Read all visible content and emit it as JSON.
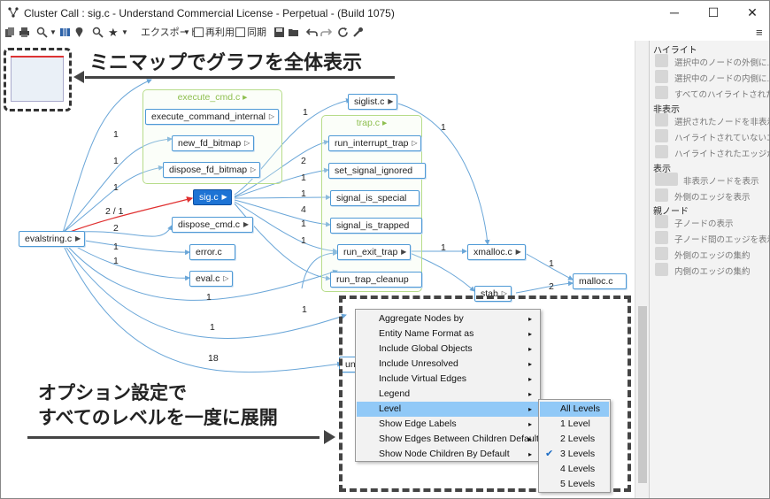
{
  "window": {
    "title": "Cluster Call : sig.c - Understand Commercial License - Perpetual - (Build 1075)",
    "minimize": "─",
    "maximize": "☐",
    "close": "✕"
  },
  "toolbar": {
    "export_label": "エクスポート",
    "reuse_label": "再利用",
    "sync_label": "同期"
  },
  "panel": {
    "highlight_header": "ハイライト",
    "highlight_items": [
      "選択中のノードの外側に...",
      "選択中のノードの内側に...",
      "すべてのハイライトされたエ..."
    ],
    "hide_header": "非表示",
    "hide_items": [
      "選択されたノードを非表示",
      "ハイライトされていないエッ...",
      "ハイライトされたエッジがな..."
    ],
    "show_header": "表示",
    "show_items": [
      "非表示ノードを表示",
      "外側のエッジを表示"
    ],
    "parent_header": "親ノード",
    "parent_items": [
      "子ノードの表示",
      "子ノード間のエッジを表示",
      "外側のエッジの集約",
      "内側のエッジの集約"
    ]
  },
  "graph": {
    "groups": {
      "execute_cmd": "execute_cmd.c ▸",
      "trap": "trap.c ▸"
    },
    "nodes": {
      "evalstring": "evalstring.c",
      "execute_command_internal": "execute_command_internal",
      "new_fd_bitmap": "new_fd_bitmap",
      "dispose_fd_bitmap": "dispose_fd_bitmap",
      "sig": "sig.c",
      "dispose_cmd": "dispose_cmd.c",
      "error": "error.c",
      "eval": "eval.c",
      "siglist": "siglist.c",
      "run_interrupt_trap": "run_interrupt_trap",
      "set_signal_ignored": "set_signal_ignored",
      "signal_is_special": "signal_is_special",
      "signal_is_trapped": "signal_is_trapped",
      "run_exit_trap": "run_exit_trap",
      "run_trap_cleanup": "run_trap_cleanup",
      "xmalloc": "xmalloc.c",
      "malloc": "malloc.c",
      "stab": "stab",
      "unw": "unw"
    },
    "edge_labels": [
      "1",
      "1",
      "1",
      "2 / 1",
      "2",
      "1",
      "1",
      "1",
      "1",
      "1",
      "18",
      "1",
      "2",
      "1",
      "1",
      "4",
      "1",
      "1",
      "1",
      "1",
      "1",
      "2"
    ]
  },
  "callouts": {
    "minimap": "ミニマップでグラフを全体表示",
    "options_line1": "オプション設定で",
    "options_line2": "すべてのレベルを一度に展開"
  },
  "context_menu": {
    "items": [
      "Aggregate Nodes by",
      "Entity Name Format as",
      "Include Global Objects",
      "Include Unresolved",
      "Include Virtual Edges",
      "Legend",
      "Level",
      "Show Edge Labels",
      "Show Edges Between Children Default",
      "Show Node Children By Default"
    ],
    "submenu_arrow": "▸"
  },
  "level_submenu": {
    "items": [
      "All Levels",
      "1 Level",
      "2 Levels",
      "3 Levels",
      "4 Levels",
      "5 Levels"
    ],
    "checked_index": 3,
    "check_mark": "✔"
  },
  "colors": {
    "selected_node": "#1d73d4",
    "edge": "#6aa6d8",
    "highlight_edge": "#e03030",
    "group_border": "#b7dc8a",
    "menu_highlight": "#91c9f7"
  }
}
